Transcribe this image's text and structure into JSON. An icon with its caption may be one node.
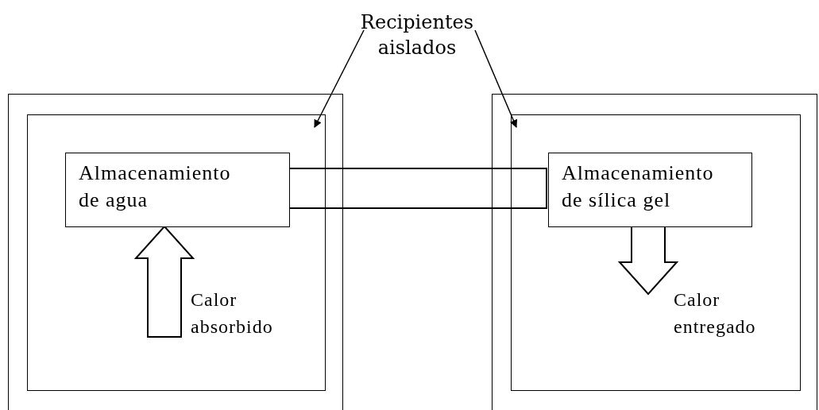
{
  "diagram": {
    "nodes": [
      {
        "text": [
          "Recipientes aislados"
        ]
      },
      {
        "text": [],
        "shape": "box"
      },
      {
        "text": [],
        "shape": "box",
        "in": 1
      },
      {
        "text": [
          "Almacenamiento de agua"
        ],
        "in": 2
      },
      {
        "text": [],
        "shape": "box"
      },
      {
        "text": [],
        "shape": "box",
        "in": 4
      },
      {
        "text": [
          "Almacenamiento de sílica gel"
        ],
        "in": 5
      }
    ],
    "edges": [
      {
        "from": 0,
        "to": 1,
        "arrow": "to"
      },
      {
        "from": 0,
        "to": 4,
        "arrow": "to"
      },
      {
        "from": 3,
        "to": 6,
        "arrow": "none",
        "style": "thick"
      },
      {
        "from": null,
        "to": 3,
        "arrow": "to",
        "style": "thick"
      },
      {
        "from": 6,
        "to": null,
        "arrow": "to",
        "style": "thick"
      }
    ],
    "labels": [
      "Calor absorbido",
      "Calor entregado"
    ]
  }
}
